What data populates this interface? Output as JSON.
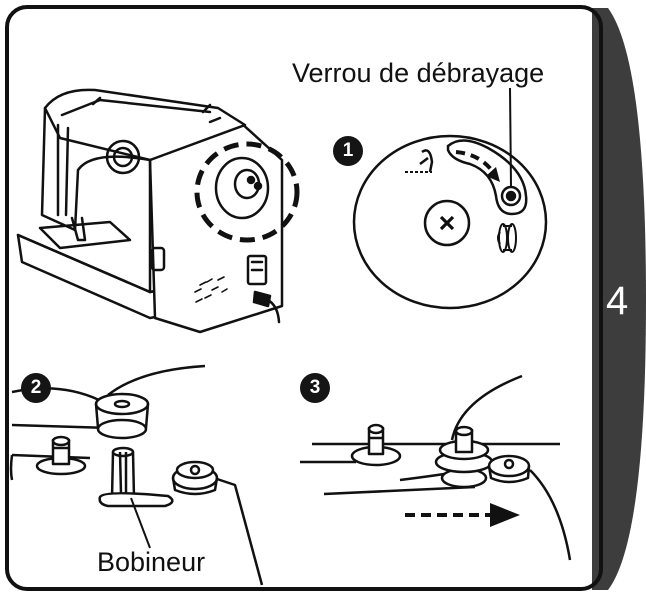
{
  "labels": {
    "clutch_lock": "Verrou de débrayage",
    "winder": "Bobineur"
  },
  "steps": [
    "1",
    "2",
    "3"
  ],
  "page_tab": "4",
  "colors": {
    "ink": "#111111",
    "tab": "#3d3d3d",
    "paper": "#ffffff"
  }
}
